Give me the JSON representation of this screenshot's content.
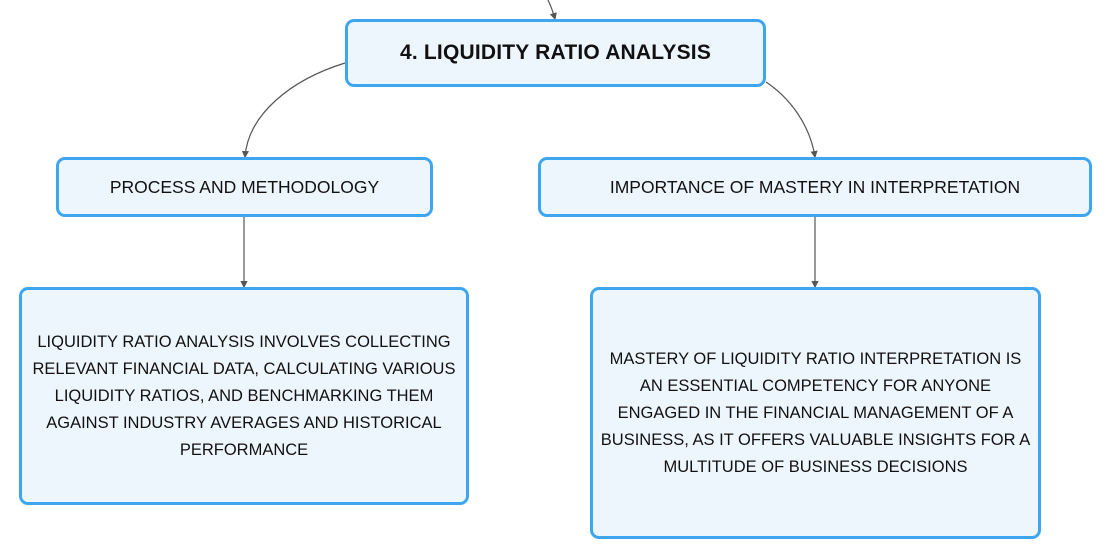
{
  "diagram": {
    "root": {
      "label": "4. Liquidity Ratio Analysis"
    },
    "branches": [
      {
        "label": "Process and Methodology",
        "detail": "Liquidity ratio analysis involves collecting relevant financial data, calculating various liquidity ratios, and benchmarking them against industry averages and historical performance"
      },
      {
        "label": "Importance of Mastery in Interpretation",
        "detail": "Mastery of liquidity ratio interpretation is an essential competency for anyone engaged in the financial management of a business, as it offers valuable insights for a multitude of business decisions"
      }
    ]
  },
  "colors": {
    "node_border": "#3ea6ee",
    "node_fill": "#eef6fd",
    "connector": "#555555",
    "text": "#111111"
  }
}
